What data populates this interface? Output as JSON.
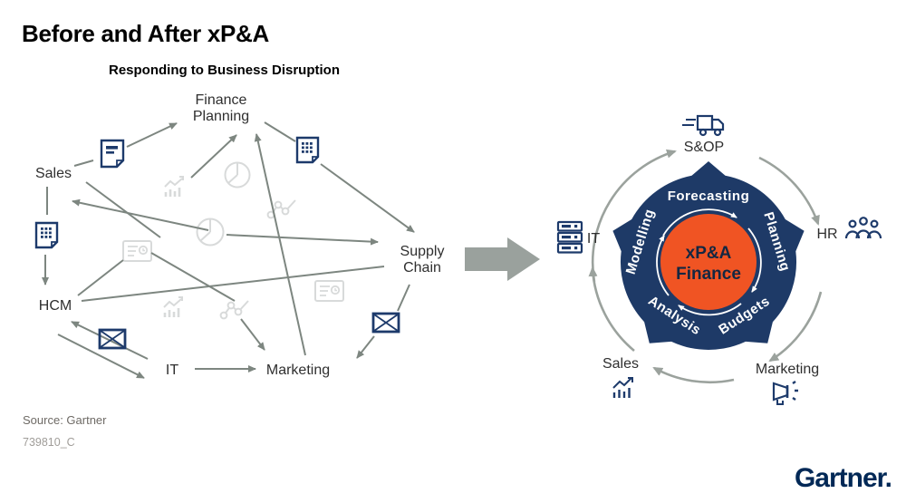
{
  "title": "Before and After xP&A",
  "before": {
    "subtitle": "Responding to Business Disruption",
    "nodes": {
      "finance_planning": {
        "line1": "Finance",
        "line2": "Planning"
      },
      "sales": {
        "label": "Sales"
      },
      "supply_chain": {
        "line1": "Supply",
        "line2": "Chain"
      },
      "hcm": {
        "label": "HCM"
      },
      "it": {
        "label": "IT"
      },
      "marketing": {
        "label": "Marketing"
      }
    },
    "icons": [
      "document-icon",
      "spreadsheet-icon",
      "envelope-icon",
      "bar-trend-icon",
      "pie-chart-icon",
      "dot-line-icon",
      "report-card-icon"
    ]
  },
  "after": {
    "center": {
      "line1": "xP&A",
      "line2": "Finance"
    },
    "ring_words": [
      "Forecasting",
      "Planning",
      "Budgets",
      "Analysis",
      "Modelling"
    ],
    "outer": {
      "sop": "S&OP",
      "hr": "HR",
      "marketing": "Marketing",
      "sales": "Sales",
      "it": "IT"
    }
  },
  "footer": {
    "source": "Source: Gartner",
    "code": "739810_C",
    "logo": "Gartner."
  },
  "colors": {
    "navy_icon": "#1d3a6b",
    "ring_navy": "#1e3a67",
    "orange": "#f05423",
    "connector_gray": "#7d8680",
    "cycle_arc_gray": "#9ba29d",
    "faded_icon_gray": "#d8dada",
    "logo_navy": "#002856"
  }
}
